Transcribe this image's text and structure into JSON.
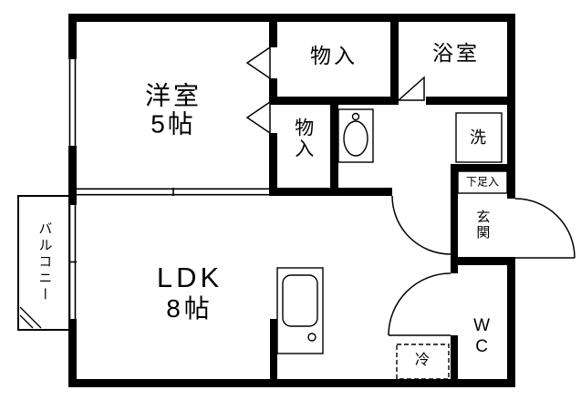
{
  "rooms": {
    "western_room": {
      "name": "洋室",
      "size": "5帖"
    },
    "ldk": {
      "name": "LDK",
      "size": "8帖"
    },
    "closet_top": {
      "label": "物入"
    },
    "closet_mid": {
      "label": "物入"
    },
    "bathroom": {
      "label": "浴室"
    },
    "washer": {
      "label": "洗"
    },
    "shoe_cabinet": {
      "label": "下足入"
    },
    "entrance": {
      "label": "玄関"
    },
    "toilet": {
      "label": "WC"
    },
    "refrigerator_space": {
      "label": "冷"
    },
    "balcony": {
      "label": "バルコニー"
    }
  },
  "colors": {
    "wall": "#000000",
    "floor": "#ffffff",
    "line": "#000000"
  }
}
